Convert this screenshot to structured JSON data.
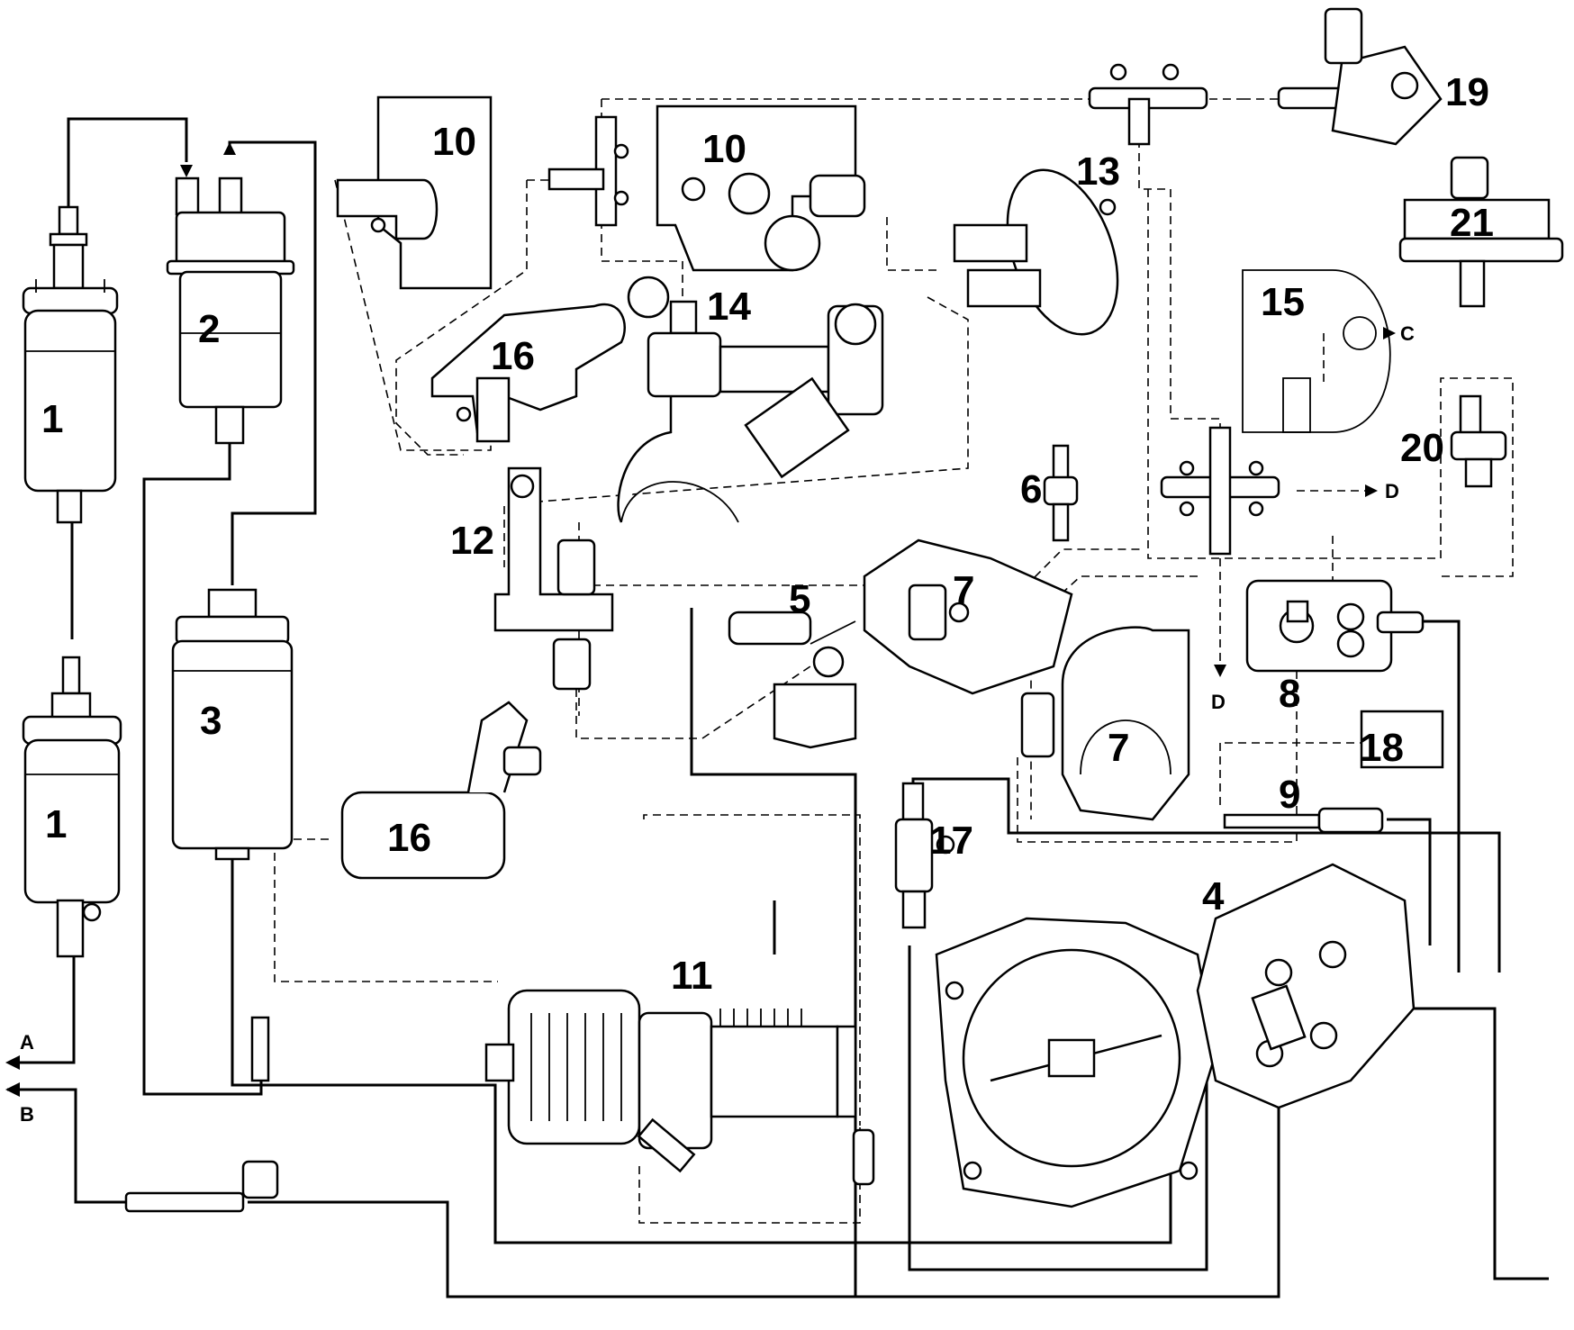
{
  "labels": {
    "n1a": "1",
    "n1b": "1",
    "n2": "2",
    "n3": "3",
    "n4": "4",
    "n5": "5",
    "n6": "6",
    "n7a": "7",
    "n7b": "7",
    "n8": "8",
    "n9": "9",
    "n10a": "10",
    "n10b": "10",
    "n11": "11",
    "n12": "12",
    "n13": "13",
    "n14": "14",
    "n15": "15",
    "n16a": "16",
    "n16b": "16",
    "n17": "17",
    "n18": "18",
    "n19": "19",
    "n20": "20",
    "n21": "21"
  },
  "letters": {
    "A": "A",
    "B": "B",
    "C": "C",
    "D1": "D",
    "D2": "D"
  }
}
